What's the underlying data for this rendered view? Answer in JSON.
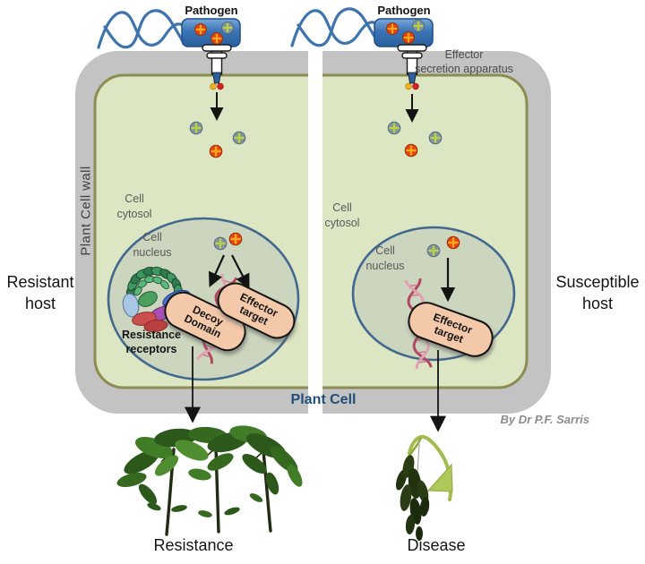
{
  "shared": {
    "plant_cell_wall": "Plant Cell wall",
    "plant_cell": "Plant Cell",
    "attribution": "By Dr P.F. Sarris"
  },
  "left_panel": {
    "pathogen": "Pathogen",
    "cytosol_line1": "Cell",
    "cytosol_line2": "cytosol",
    "nucleus_line1": "Cell",
    "nucleus_line2": "nucleus",
    "receptors_line1": "Resistance",
    "receptors_line2": "receptors",
    "decoy_line1": "Decoy",
    "decoy_line2": "Domain",
    "effector_target_line1": "Effector",
    "effector_target_line2": "target",
    "host_line1": "Resistant",
    "host_line2": "host",
    "outcome": "Resistance"
  },
  "right_panel": {
    "pathogen": "Pathogen",
    "apparatus_line1": "Effector",
    "apparatus_line2": "secretion apparatus",
    "cytosol_line1": "Cell",
    "cytosol_line2": "cytosol",
    "nucleus_line1": "Cell",
    "nucleus_line2": "nucleus",
    "effector_target_line1": "Effector",
    "effector_target_line2": "target",
    "host_line1": "Susceptible",
    "host_line2": "host",
    "outcome": "Disease"
  },
  "colors": {
    "wall": "#c4c3c3",
    "cytosol": "#dde6c3",
    "olive_border": "#8d8d51",
    "nucleus": "#ccd5bd",
    "nucleus_border": "#41688f",
    "pathogen_border": "#1d4e87",
    "pill": "#f3c9a9",
    "plant_cell_text": "#1f4e79",
    "effector_red": "#e5430f",
    "effector_red_cross": "#f7a81b",
    "effector_gray": "#7f94a4",
    "effector_green_cross": "#b9d243",
    "flagellum": "#3e74ae",
    "arrow": "#141414"
  }
}
